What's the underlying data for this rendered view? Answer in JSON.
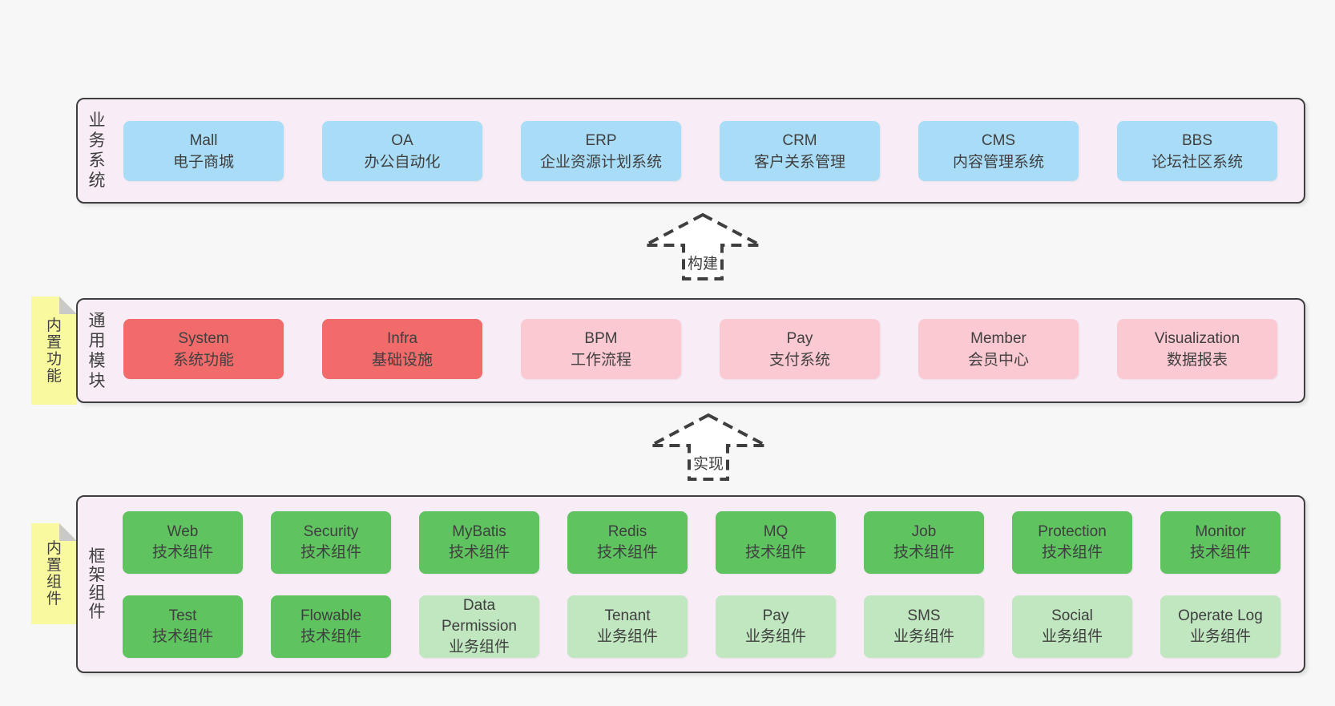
{
  "diagram": {
    "business": {
      "label": "业务系统",
      "boxes": [
        {
          "en": "Mall",
          "zh": "电子商城"
        },
        {
          "en": "OA",
          "zh": "办公自动化"
        },
        {
          "en": "ERP",
          "zh": "企业资源计划系统"
        },
        {
          "en": "CRM",
          "zh": "客户关系管理"
        },
        {
          "en": "CMS",
          "zh": "内容管理系统"
        },
        {
          "en": "BBS",
          "zh": "论坛社区系统"
        }
      ]
    },
    "arrows": {
      "build": "构建",
      "implement": "实现"
    },
    "modules": {
      "label": "通用模块",
      "note": "内置功能",
      "boxes": [
        {
          "en": "System",
          "zh": "系统功能"
        },
        {
          "en": "Infra",
          "zh": "基础设施"
        },
        {
          "en": "BPM",
          "zh": "工作流程"
        },
        {
          "en": "Pay",
          "zh": "支付系统"
        },
        {
          "en": "Member",
          "zh": "会员中心"
        },
        {
          "en": "Visualization",
          "zh": "数据报表"
        }
      ]
    },
    "components": {
      "label": "框架组件",
      "note": "内置组件",
      "row1": [
        {
          "en": "Web",
          "zh": "技术组件"
        },
        {
          "en": "Security",
          "zh": "技术组件"
        },
        {
          "en": "MyBatis",
          "zh": "技术组件"
        },
        {
          "en": "Redis",
          "zh": "技术组件"
        },
        {
          "en": "MQ",
          "zh": "技术组件"
        },
        {
          "en": "Job",
          "zh": "技术组件"
        },
        {
          "en": "Protection",
          "zh": "技术组件"
        },
        {
          "en": "Monitor",
          "zh": "技术组件"
        }
      ],
      "row2": [
        {
          "en": "Test",
          "zh": "技术组件"
        },
        {
          "en": "Flowable",
          "zh": "技术组件"
        },
        {
          "en": "Data Permission",
          "zh": "业务组件"
        },
        {
          "en": "Tenant",
          "zh": "业务组件"
        },
        {
          "en": "Pay",
          "zh": "业务组件"
        },
        {
          "en": "SMS",
          "zh": "业务组件"
        },
        {
          "en": "Social",
          "zh": "业务组件"
        },
        {
          "en": "Operate Log",
          "zh": "业务组件"
        }
      ]
    },
    "colors": {
      "page_bg": "#f7f7f7",
      "container_bg": "#f8edf6",
      "container_border": "#3f3f3f",
      "business_box": "#a9ddf7",
      "module_core_box": "#f16b6b",
      "module_optional_box": "#fbc9d2",
      "component_tech_box": "#5fc360",
      "component_biz_box": "#c0e7c0",
      "note_bg": "#f9f9a0",
      "note_fold": "#c9c9c9",
      "text": "#3f3f3f"
    }
  }
}
